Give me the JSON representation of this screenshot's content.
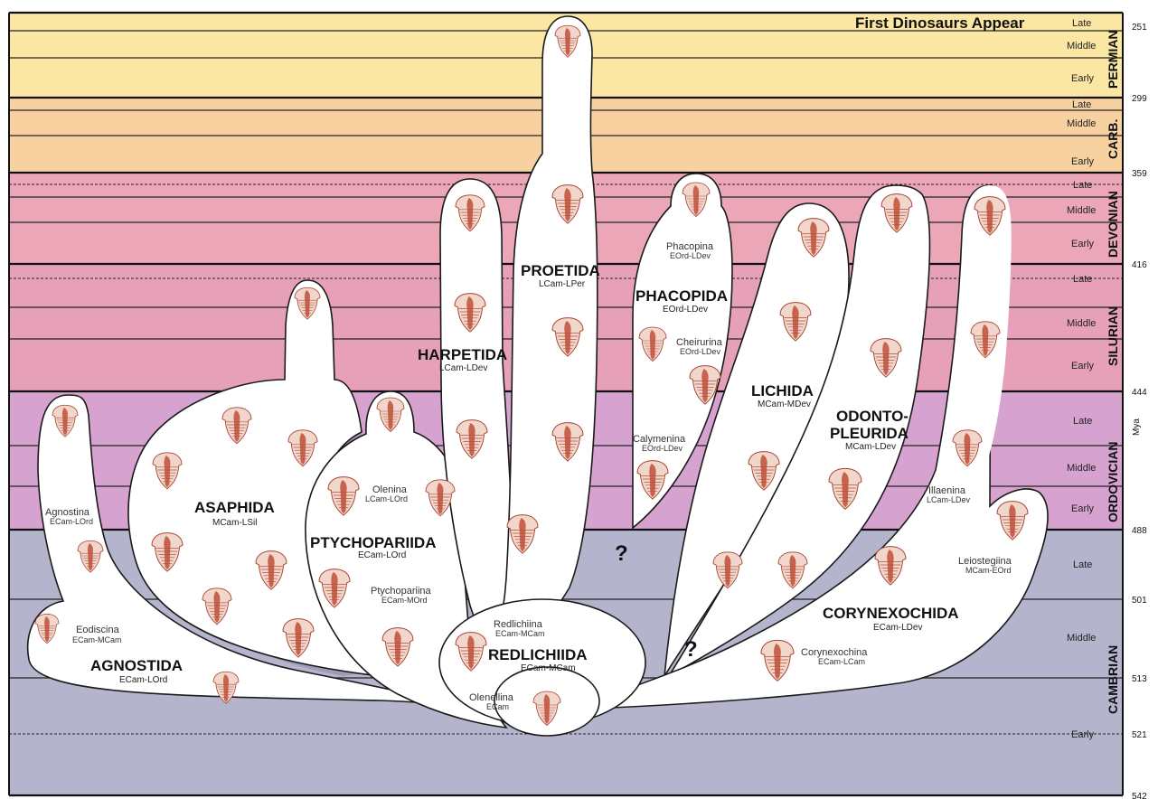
{
  "headline": "First Dinosaurs Appear",
  "axis_unit": "Mya",
  "ages": [
    "251",
    "299",
    "359",
    "416",
    "444",
    "488",
    "501",
    "513",
    "521",
    "542"
  ],
  "periods": [
    {
      "name": "PERMIAN",
      "epochs": [
        "Late",
        "Middle",
        "Early"
      ]
    },
    {
      "name": "CARB.",
      "epochs": [
        "Late",
        "Middle",
        "Early"
      ]
    },
    {
      "name": "DEVONIAN",
      "epochs": [
        "Late",
        "Middle",
        "Early"
      ]
    },
    {
      "name": "SILURIAN",
      "epochs": [
        "Late",
        "Middle",
        "Early"
      ]
    },
    {
      "name": "ORDOVICIAN",
      "epochs": [
        "Late",
        "Middle",
        "Early"
      ]
    },
    {
      "name": "CAMBRIAN",
      "epochs": [
        "Late",
        "Middle",
        "Early"
      ]
    }
  ],
  "orders": {
    "agnostida": {
      "name": "AGNOSTIDA",
      "range": "ECam-LOrd"
    },
    "asaphida": {
      "name": "ASAPHIDA",
      "range": "MCam-LSil"
    },
    "ptychopariida": {
      "name": "PTYCHOPARIIDA",
      "range": "ECam-LOrd"
    },
    "harpetida": {
      "name": "HARPETIDA",
      "range": "LCam-LDev"
    },
    "proetida": {
      "name": "PROETIDA",
      "range": "LCam-LPer"
    },
    "phacopida": {
      "name": "PHACOPIDA",
      "range": "EOrd-LDev"
    },
    "redlichiida": {
      "name": "REDLICHIIDA",
      "range": "ECam-MCam"
    },
    "lichida": {
      "name": "LICHIDA",
      "range": "MCam-MDev"
    },
    "odontopleurida": {
      "name1": "ODONTO-",
      "name2": "PLEURIDA",
      "range": "MCam-LDev"
    },
    "corynexochida": {
      "name": "CORYNEXOCHIDA",
      "range": "ECam-LDev"
    }
  },
  "suborders": {
    "agnostina": {
      "name": "Agnostina",
      "range": "ECam-LOrd"
    },
    "eodiscina": {
      "name": "Eodiscina",
      "range": "ECam-MCam"
    },
    "olenina": {
      "name": "Olenina",
      "range": "LCam-LOrd"
    },
    "ptychopariina": {
      "name": "Ptychopariina",
      "range": "ECam-MOrd"
    },
    "phacopina": {
      "name": "Phacopina",
      "range": "EOrd-LDev"
    },
    "cheirurina": {
      "name": "Cheirurina",
      "range": "EOrd-LDev"
    },
    "calymenina": {
      "name": "Calymenina",
      "range": "EOrd-LDev"
    },
    "redlichiina": {
      "name": "Redlichiina",
      "range": "ECam-MCam"
    },
    "olenellina": {
      "name": "Olenellina",
      "range": "ECam"
    },
    "illaenina": {
      "name": "Illaenina",
      "range": "LCam-LDev"
    },
    "leiostegiina": {
      "name": "Leiostegiina",
      "range": "MCam-EOrd"
    },
    "corynexochina": {
      "name": "Corynexochina",
      "range": "ECam-LCam"
    }
  },
  "unknown_marks": [
    "?",
    "?"
  ],
  "colors": {
    "permian": "#fbe6a4",
    "carboniferous": "#f7d2a0",
    "devonian": "#eba7b8",
    "silurian": "#e6a1b9",
    "ordovician": "#d6a2cf",
    "cambrian": "#b4b5cd",
    "trilobite": "#a8412e"
  }
}
